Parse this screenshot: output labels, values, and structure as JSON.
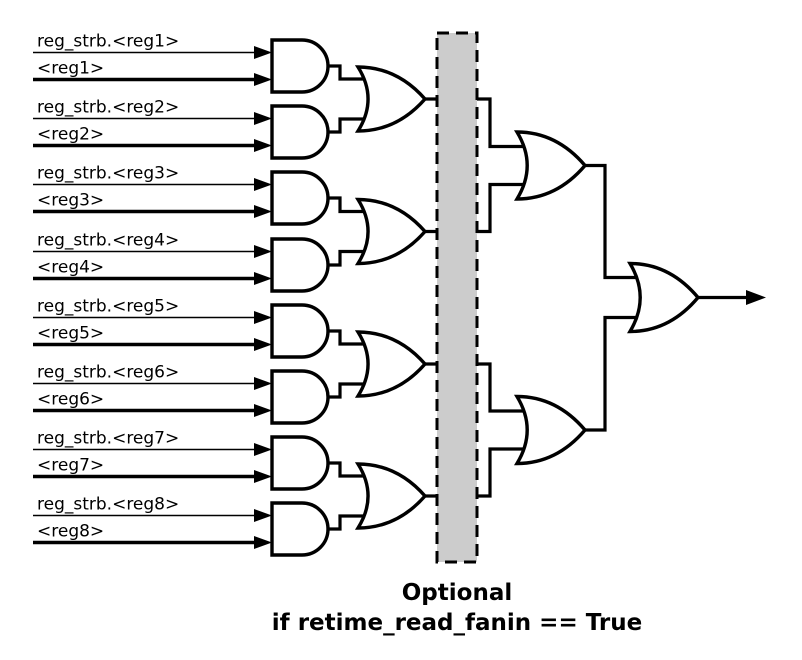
{
  "diagram": {
    "type": "logic-circuit-fanin-tree",
    "inputs": [
      {
        "strobe": "reg_strb.<reg1>",
        "signal": "<reg1>"
      },
      {
        "strobe": "reg_strb.<reg2>",
        "signal": "<reg2>"
      },
      {
        "strobe": "reg_strb.<reg3>",
        "signal": "<reg3>"
      },
      {
        "strobe": "reg_strb.<reg4>",
        "signal": "<reg4>"
      },
      {
        "strobe": "reg_strb.<reg5>",
        "signal": "<reg5>"
      },
      {
        "strobe": "reg_strb.<reg6>",
        "signal": "<reg6>"
      },
      {
        "strobe": "reg_strb.<reg7>",
        "signal": "<reg7>"
      },
      {
        "strobe": "reg_strb.<reg8>",
        "signal": "<reg8>"
      }
    ],
    "gate_tree": {
      "and_gates": 8,
      "or_gates_level1": 4,
      "or_gates_level2": 2,
      "or_gates_final": 1
    },
    "caption": {
      "line1": "Optional",
      "line2": "if retime_read_fanin == True"
    },
    "colors": {
      "line": "#000000",
      "gate_fill": "#ffffff",
      "optional_fill": "#cccccc",
      "background": "#ffffff"
    }
  }
}
